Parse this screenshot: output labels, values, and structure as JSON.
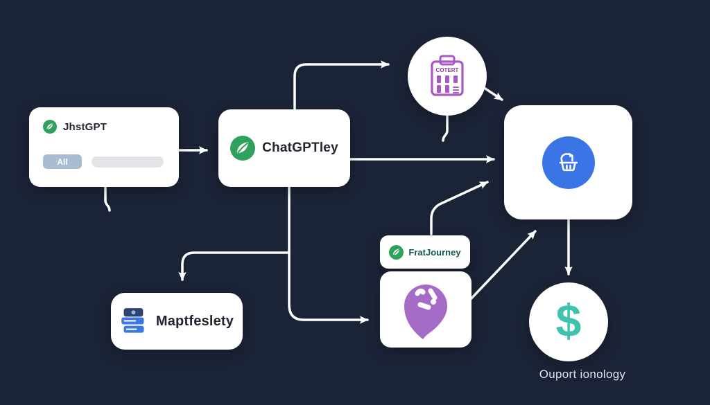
{
  "colors": {
    "background": "#1b2336",
    "card": "#ffffff",
    "line": "#ffffff",
    "green": "#2fa15c",
    "purple": "#a958c6",
    "pin_purple": "#a46cc6",
    "blue": "#3b74e4",
    "db_blue": "#3b78e0",
    "db_dark": "#2e4372",
    "teal": "#3fc3ac",
    "all_pill": "#a9bdd2",
    "gray_pill": "#e4e5e8",
    "dark_text": "#20252f",
    "frat_text": "#14584e",
    "caption_text": "#dfe4ee"
  },
  "nodes": {
    "jhstgpt": {
      "label": "JhstGPT",
      "all_button": "All"
    },
    "chatgptley": {
      "label": "ChatGPTley"
    },
    "cotert": {
      "icon_text": "COTERT"
    },
    "fratjourney": {
      "label": "FratJourney"
    },
    "maptfeslety": {
      "label": "Maptfeslety"
    },
    "dollar": {
      "symbol": "$",
      "caption": "Ouport ionology"
    }
  }
}
